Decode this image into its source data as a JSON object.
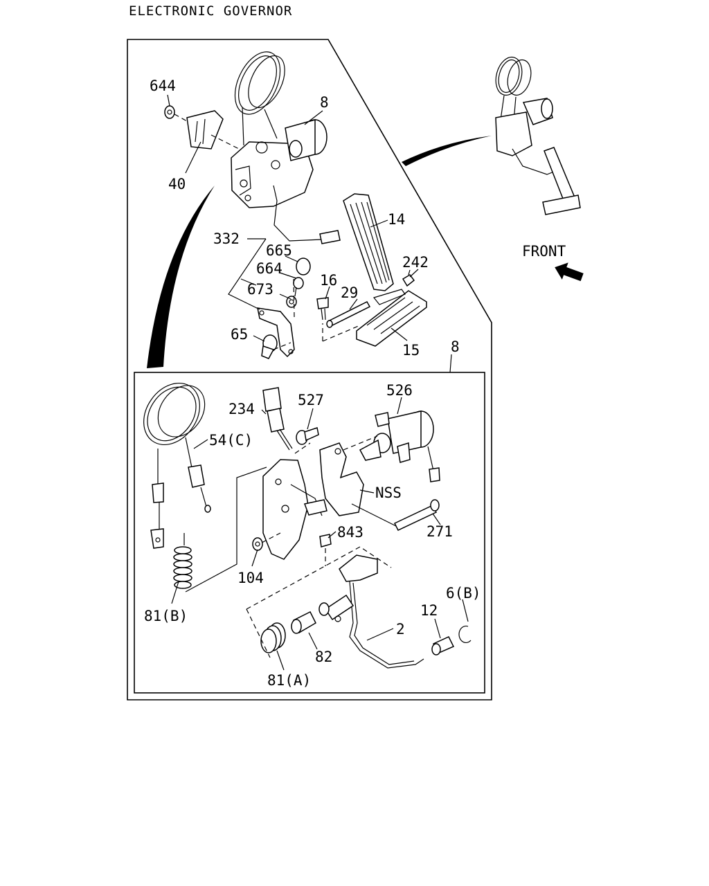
{
  "title": "ELECTRONIC GOVERNOR",
  "front_label": "FRONT",
  "callouts": {
    "p644": "644",
    "p8_top": "8",
    "p40": "40",
    "p14": "14",
    "p332": "332",
    "p665": "665",
    "p664": "664",
    "p673": "673",
    "p242": "242",
    "p16": "16",
    "p29": "29",
    "p65": "65",
    "p15": "15",
    "p8_detail": "8",
    "p234": "234",
    "p527": "527",
    "p526": "526",
    "p54c": "54(C)",
    "pNSS": "NSS",
    "p271": "271",
    "p843": "843",
    "p104": "104",
    "p81b": "81(B)",
    "p6b": "6(B)",
    "p12": "12",
    "p2": "2",
    "p82": "82",
    "p81a": "81(A)"
  },
  "colors": {
    "line": "#000000",
    "background": "#ffffff"
  }
}
